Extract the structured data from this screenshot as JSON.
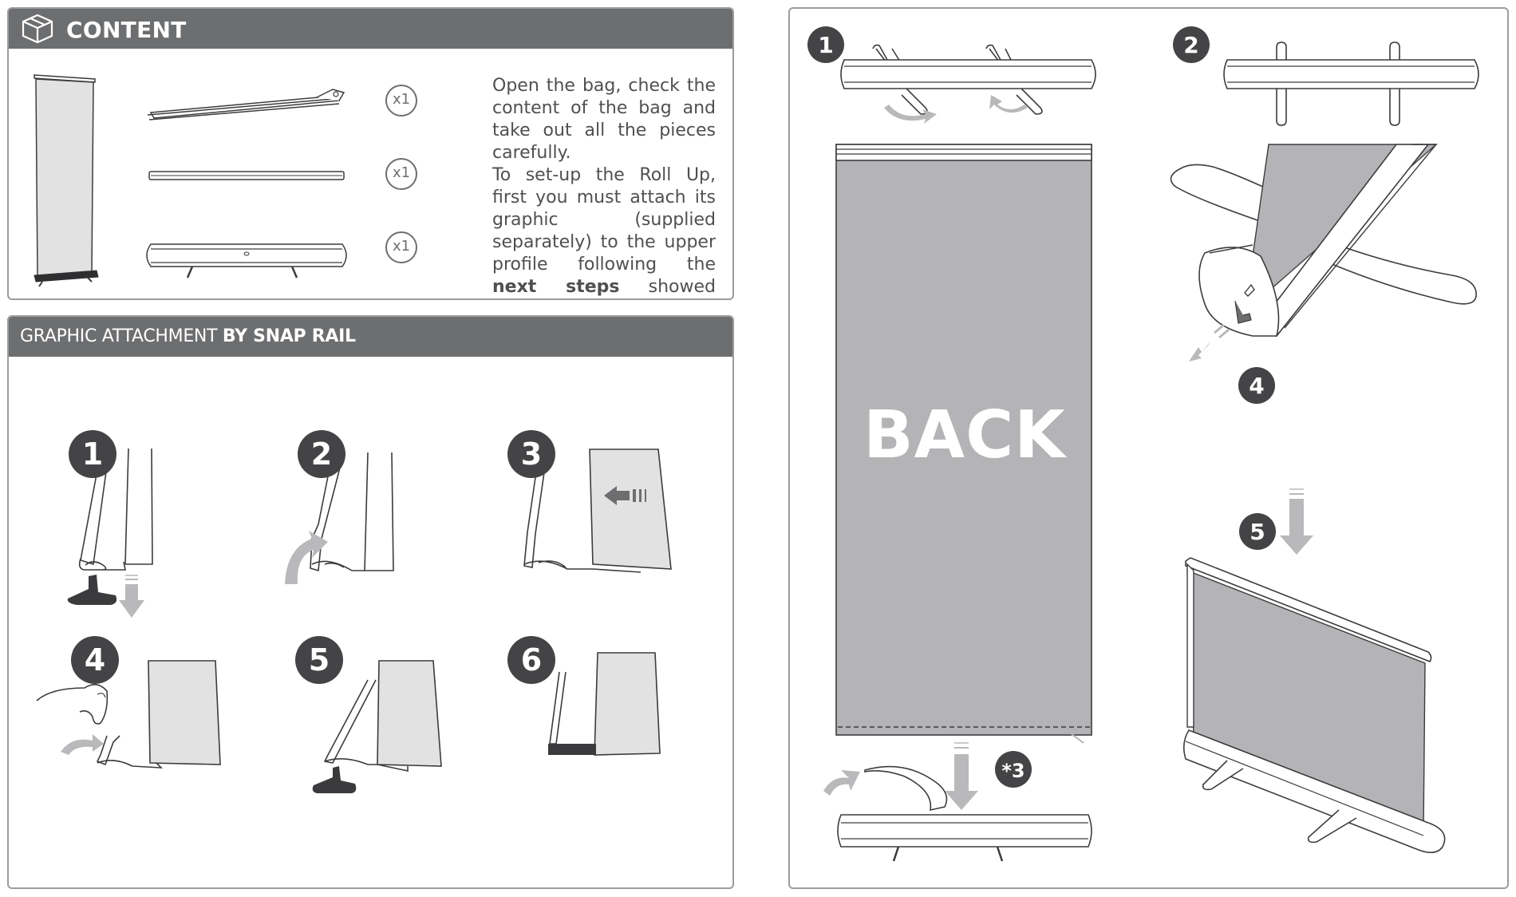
{
  "content_section": {
    "title": "CONTENT",
    "quantities": [
      "x1",
      "x1",
      "x1"
    ],
    "paragraph1": "Open the bag, check the content of the bag and take out all the pieces carefully.",
    "paragraph2_part1": "To set-up the Roll Up, first you must attach its graphic (supplied separately) to the upper profile following the",
    "paragraph2_bold": "next steps",
    "paragraph2_part2": "showed below."
  },
  "graphic_section": {
    "title_light": "GRAPHIC ATTACHMENT",
    "title_bold": "BY SNAP RAIL",
    "steps": [
      "1",
      "2",
      "3",
      "4",
      "5",
      "6"
    ]
  },
  "assembly_section": {
    "steps": [
      "1",
      "2",
      "4",
      "5"
    ],
    "back_label": "BACK",
    "ref_step": "*3"
  },
  "colors": {
    "header_bg": "#6d6e70",
    "border": "#9c9c9e",
    "badge": "#444446",
    "graphic_gray": "#b4b4b6",
    "arrow_gray": "#b9b9bb"
  }
}
